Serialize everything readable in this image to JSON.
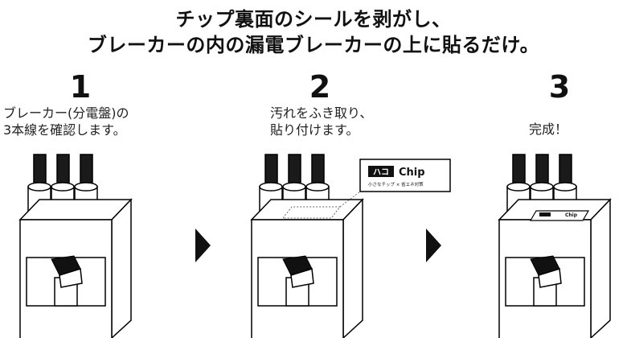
{
  "headline": {
    "line1": "チップ裏面のシールを剥がし、",
    "line2": "ブレーカーの内の漏電ブレーカーの上に貼るだけ。"
  },
  "steps": [
    {
      "number": "1",
      "lines": [
        "ブレーカー(分電盤)の",
        "3本線を確認します。"
      ]
    },
    {
      "number": "2",
      "lines": [
        "汚れをふき取り、",
        "貼り付けます。"
      ]
    },
    {
      "number": "3",
      "lines": [
        "完成！"
      ]
    }
  ],
  "chip_label": {
    "logo": "ハコ",
    "name": "Chip",
    "tagline": "小さなチップ × 省エネ対策"
  },
  "icons": [
    "breaker-icon",
    "arrow-right-icon",
    "chip-label-icon"
  ]
}
